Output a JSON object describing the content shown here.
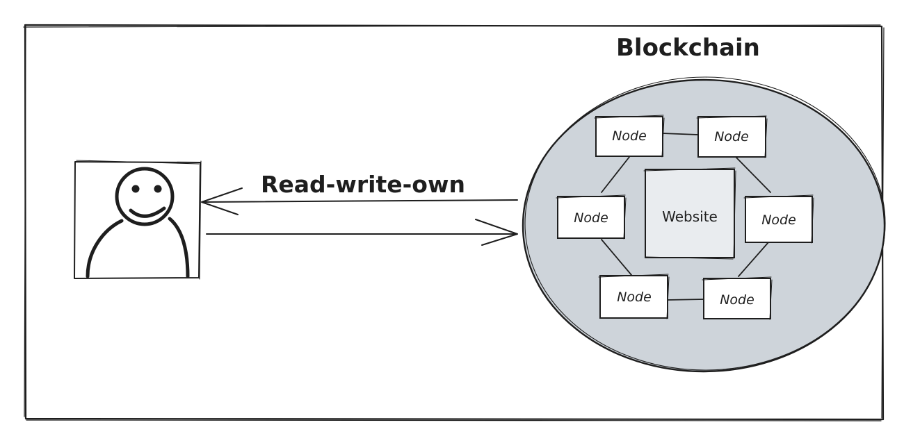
{
  "diagram": {
    "title": "Blockchain",
    "arrow_label": "Read-write-own",
    "center_label": "Website",
    "nodes": [
      {
        "label": "Node"
      },
      {
        "label": "Node"
      },
      {
        "label": "Node"
      },
      {
        "label": "Node"
      },
      {
        "label": "Node"
      },
      {
        "label": "Node"
      }
    ]
  },
  "colors": {
    "stroke": "#1e1e1e",
    "blockchain_fill": "#ced4da",
    "website_fill": "#e9ecef",
    "node_fill": "#ffffff",
    "background": "#ffffff"
  },
  "icons": {
    "user": "smiley-person-icon"
  }
}
